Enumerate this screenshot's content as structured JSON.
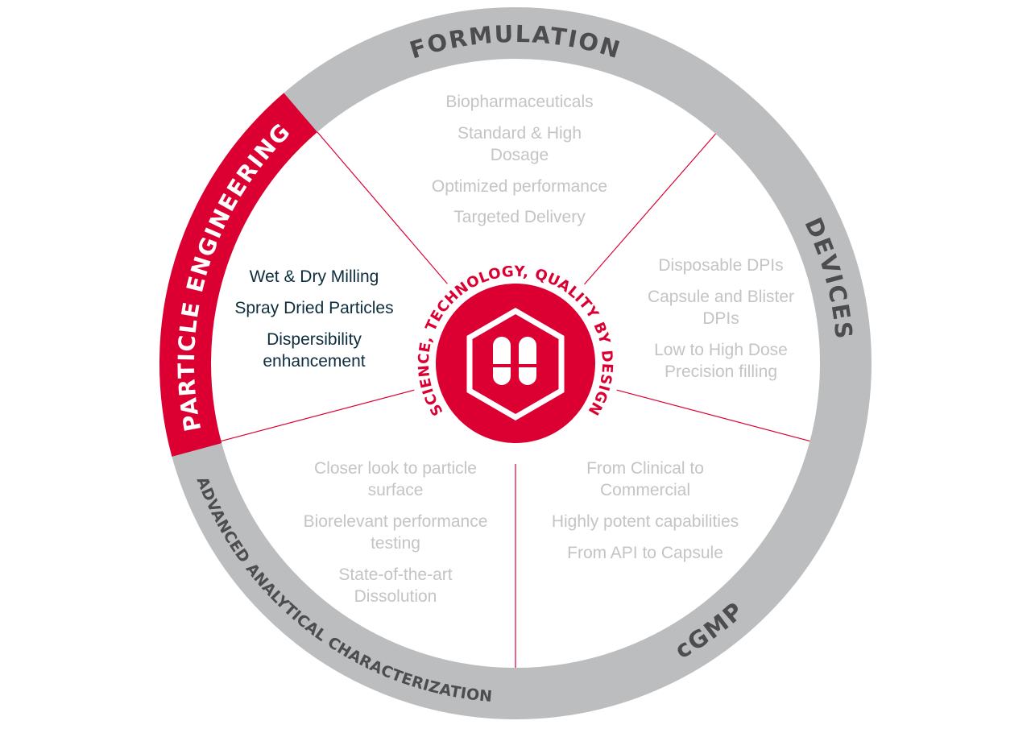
{
  "colors": {
    "accent": "#dc0032",
    "ring": "#bcbdbf",
    "ring_label": "#4d4d4f",
    "muted_text": "#c3c4c6",
    "dark_text": "#0e2d3d"
  },
  "ring_labels": {
    "formulation": "FORMULATION",
    "devices": "DEVICES",
    "cgmp": "cGMP",
    "analytical": "ADVANCED ANALYTICAL CHARACTERIZATION",
    "particle": "PARTICLE ENGINEERING"
  },
  "center": {
    "tagline": "SCIENCE, TECHNOLOGY, QUALITY BY DESIGN",
    "icon": "capsule-hexagon-icon"
  },
  "segments": {
    "formulation": [
      "Biopharmaceuticals",
      "Standard & High",
      "Dosage",
      "Optimized performance",
      "Targeted Delivery"
    ],
    "devices": [
      "Disposable DPIs",
      "Capsule and Blister",
      "DPIs",
      "Low to High Dose",
      "Precision filling"
    ],
    "cgmp": [
      "From Clinical to",
      "Commercial",
      "Highly potent capabilities",
      "From API to Capsule"
    ],
    "analytical": [
      "Closer look to particle",
      "surface",
      "Biorelevant performance",
      "testing",
      "State-of-the-art",
      "Dissolution"
    ],
    "particle": [
      "Wet & Dry Milling",
      "Spray Dried Particles",
      "Dispersibility",
      "enhancement"
    ]
  }
}
